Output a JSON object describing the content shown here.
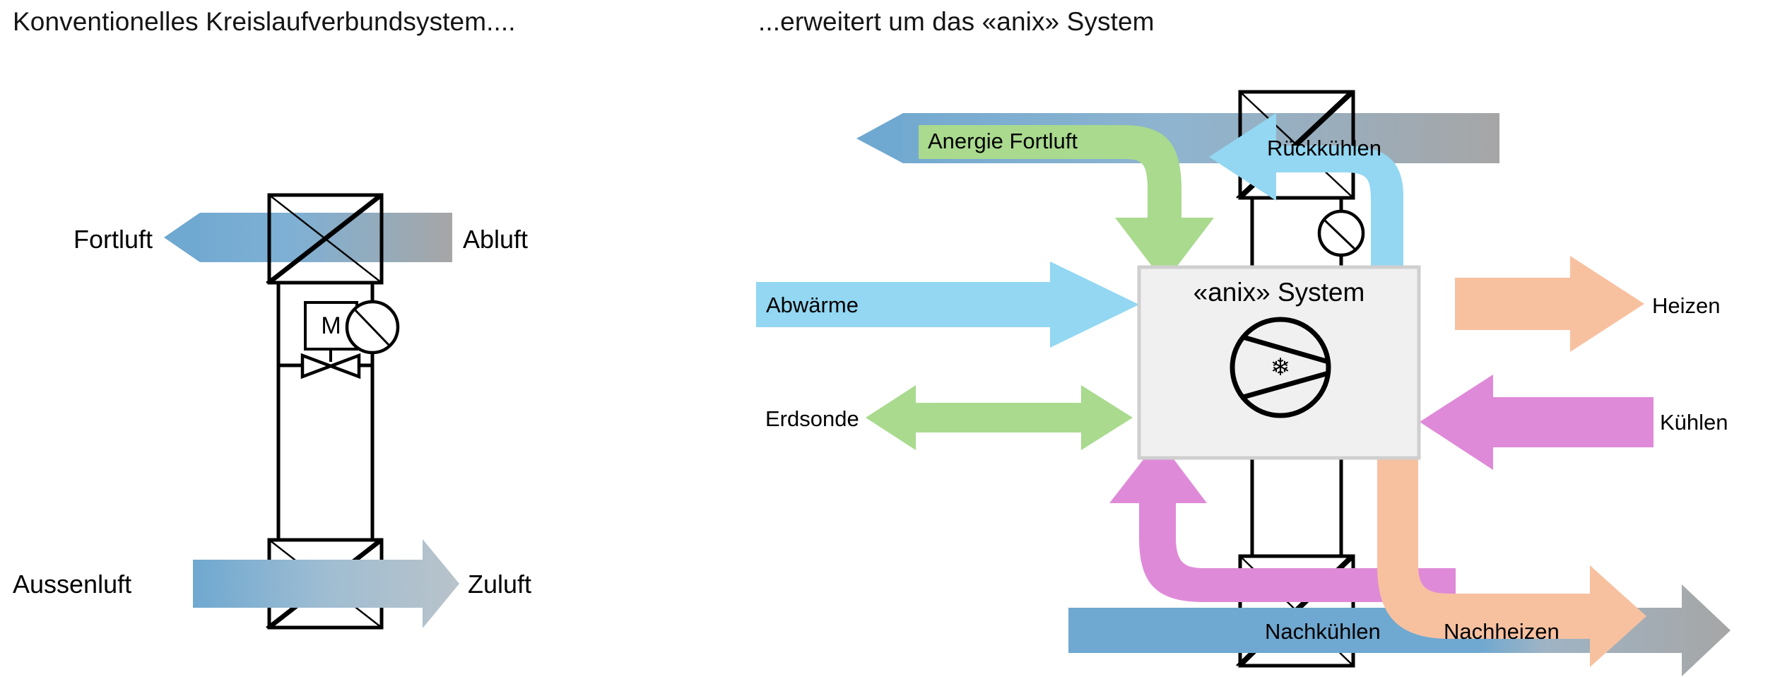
{
  "titles": {
    "left": "Konventionelles Kreislaufverbundsystem....",
    "right": "...erweitert um das «anix» System"
  },
  "colors": {
    "air_blue": "#6fa8d0",
    "air_gray": "#a6a6a6",
    "light_blue": "#93d7f2",
    "green": "#a9da8e",
    "peach": "#f7c1a0",
    "magenta": "#df8ad8",
    "box_fill": "#f0f0f0",
    "box_border": "#cfcfcf",
    "line": "#000000"
  },
  "left_diagram": {
    "labels": {
      "fortluft": "Fortluft",
      "abluft": "Abluft",
      "aussenluft": "Aussenluft",
      "zuluft": "Zuluft",
      "motor": "M"
    },
    "components": [
      "heat-exchanger-top",
      "heat-exchanger-bottom",
      "motor-box",
      "pump",
      "control-valve",
      "circuit-pipes"
    ]
  },
  "right_diagram": {
    "system_box_label": "«anix» System",
    "snowflake": "❄",
    "flows": [
      {
        "name": "anergie-fortluft",
        "label": "Anergie Fortluft",
        "color": "#a9da8e"
      },
      {
        "name": "rueckkuehlen",
        "label": "Rückkühlen",
        "color": "#93d7f2"
      },
      {
        "name": "abwaerme",
        "label": "Abwärme",
        "color": "#93d7f2"
      },
      {
        "name": "erdsonde",
        "label": "Erdsonde",
        "color": "#a9da8e"
      },
      {
        "name": "heizen",
        "label": "Heizen",
        "color": "#f7c1a0"
      },
      {
        "name": "kuehlen",
        "label": "Kühlen",
        "color": "#df8ad8"
      },
      {
        "name": "nachkuehlen",
        "label": "Nachkühlen",
        "color": "#df8ad8"
      },
      {
        "name": "nachheizen",
        "label": "Nachheizen",
        "color": "#f7c1a0"
      }
    ]
  }
}
